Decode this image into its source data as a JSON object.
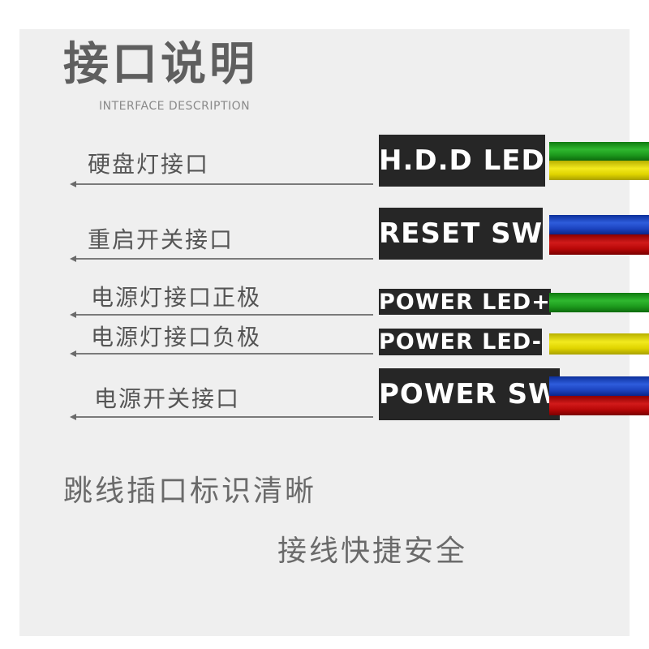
{
  "header": {
    "title": "接口说明",
    "subtitle": "INTERFACE DESCRIPTION"
  },
  "rows": [
    {
      "label": "硬盘灯接口",
      "tag": "H.D.D LED",
      "wires": [
        "green",
        "yellow"
      ]
    },
    {
      "label": "重启开关接口",
      "tag": "RESET SW",
      "wires": [
        "blue",
        "red"
      ]
    },
    {
      "label": "电源灯接口正极",
      "tag": "POWER LED+",
      "wires": [
        "green"
      ]
    },
    {
      "label": "电源灯接口负极",
      "tag": "POWER LED-",
      "wires": [
        "yellow"
      ]
    },
    {
      "label": "电源开关接口",
      "tag": "POWER SW",
      "wires": [
        "blue",
        "red"
      ]
    }
  ],
  "footer": {
    "line1": "跳线插口标识清晰",
    "line2": "接线快捷安全"
  },
  "colors": {
    "green": "#1d9a1d",
    "yellow": "#e0d400",
    "blue": "#1c44c0",
    "red": "#b80808",
    "tag_background": "#262626"
  }
}
